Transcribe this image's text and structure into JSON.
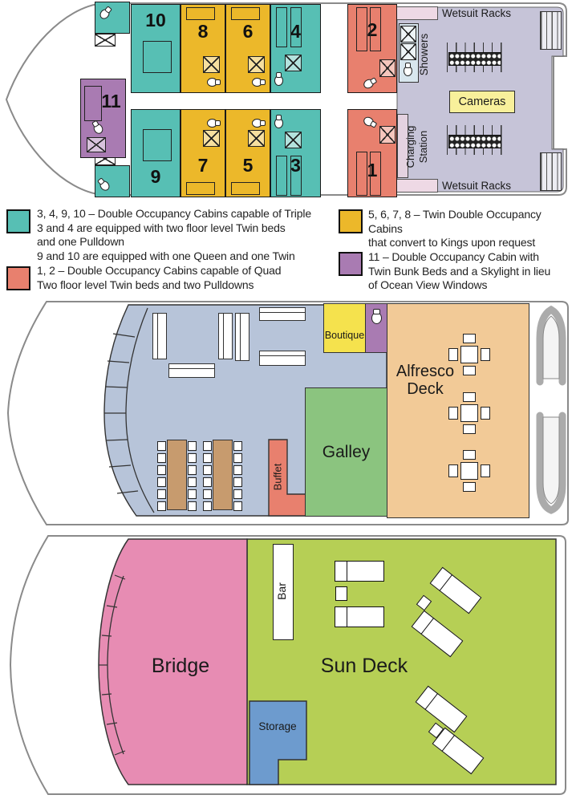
{
  "deck1": {
    "cabins": [
      "1",
      "2",
      "3",
      "4",
      "5",
      "6",
      "7",
      "8",
      "9",
      "10",
      "11"
    ],
    "labels": {
      "wetsuit_racks_top": "Wetsuit Racks",
      "wetsuit_racks_bottom": "Wetsuit Racks",
      "showers": "Showers",
      "cameras": "Cameras",
      "charging_station": "Charging Station"
    }
  },
  "legend": {
    "items": [
      {
        "color": "#57BFB4",
        "lines": [
          "3, 4, 9, 10 – Double Occupancy Cabins capable of  Triple",
          "3 and 4 are equipped with two floor level Twin beds",
          "and one Pulldown",
          "9 and 10 are equipped with one Queen and one Twin"
        ]
      },
      {
        "color": "#E8806E",
        "lines": [
          "1, 2 – Double Occupancy Cabins capable of Quad",
          "Two floor level Twin beds and two Pulldowns"
        ]
      },
      {
        "color": "#ECB82A",
        "lines": [
          "5, 6, 7, 8 – Twin Double Occupancy Cabins",
          "that convert to Kings upon request"
        ]
      },
      {
        "color": "#A97BB2",
        "lines": [
          "11 – Double Occupancy Cabin with",
          "Twin Bunk Beds and a Skylight in lieu",
          "of Ocean View Windows"
        ]
      }
    ]
  },
  "deck2": {
    "labels": {
      "boutique": "Boutique",
      "galley": "Galley",
      "buffet": "Buffet",
      "alfresco_deck": "Alfresco Deck"
    }
  },
  "deck3": {
    "labels": {
      "bridge": "Bridge",
      "bar": "Bar",
      "sun_deck": "Sun Deck",
      "storage": "Storage"
    }
  }
}
